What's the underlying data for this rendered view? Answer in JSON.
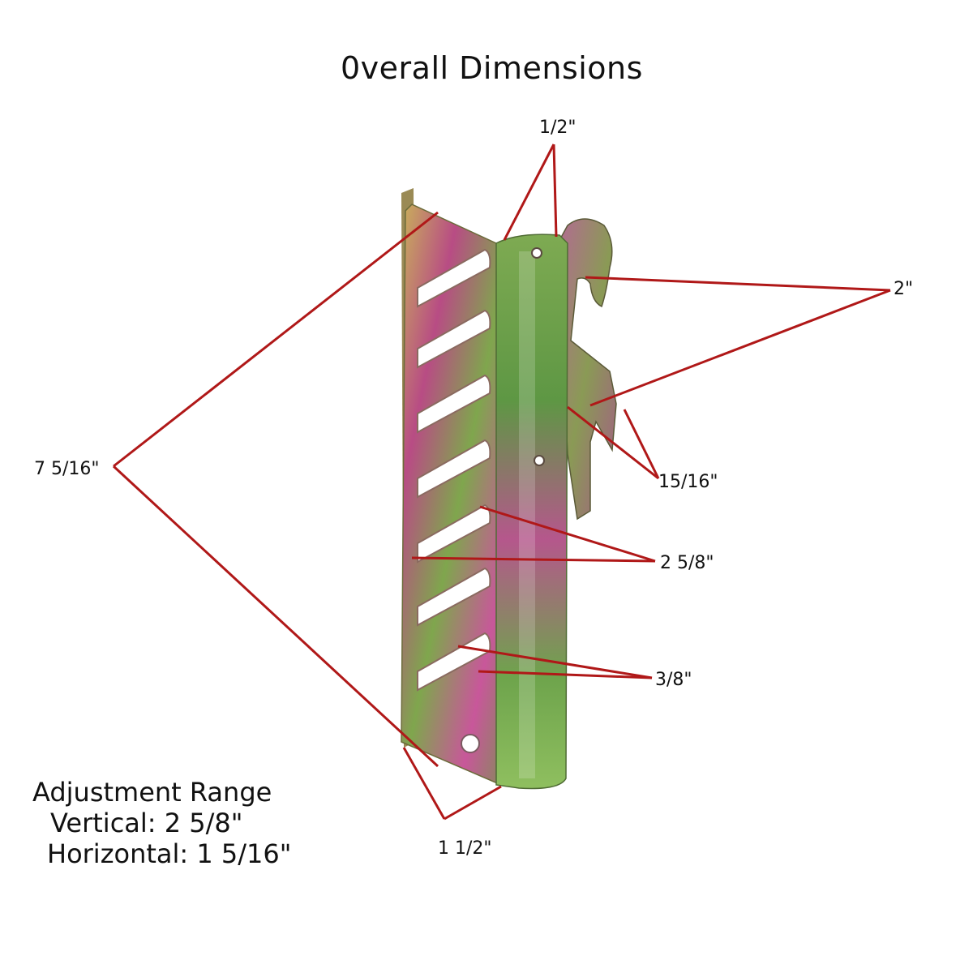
{
  "title": "0verall Dimensions",
  "dimensions": {
    "top_flange": "1/2\"",
    "overall_height": "7 5/16\"",
    "hook_height": "2\"",
    "hook_depth": "15/16\"",
    "slot_spacing": "2 5/8\"",
    "slot_width": "3/8\"",
    "width": "1 1/2\""
  },
  "adjustment": {
    "title": "Adjustment Range",
    "vertical": "Vertical: 2  5/8\"",
    "horizontal": "Horizontal: 1  5/16\""
  },
  "colors": {
    "leader_line": "#b01818",
    "metal_base": "#8fae5a",
    "metal_tint": "#c0508a"
  }
}
